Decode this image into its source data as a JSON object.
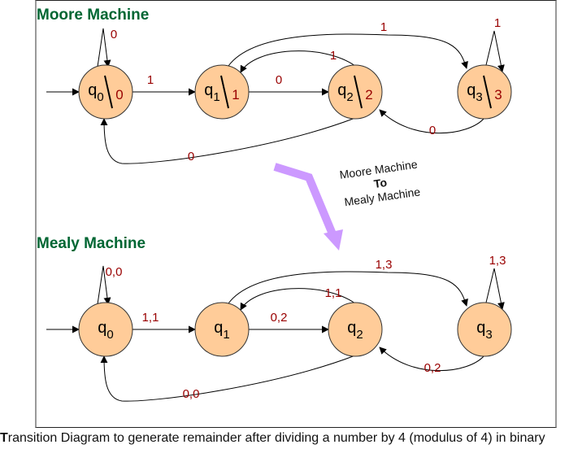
{
  "moore": {
    "title": "Moore Machine",
    "states": [
      {
        "name": "q",
        "sub": "0",
        "output": "0"
      },
      {
        "name": "q",
        "sub": "1",
        "output": "1"
      },
      {
        "name": "q",
        "sub": "2",
        "output": "2"
      },
      {
        "name": "q",
        "sub": "3",
        "output": "3"
      }
    ],
    "transitions": [
      {
        "from": "q0",
        "to": "q0",
        "label": "0"
      },
      {
        "from": "q0",
        "to": "q1",
        "label": "1"
      },
      {
        "from": "q1",
        "to": "q2",
        "label": "0"
      },
      {
        "from": "q2",
        "to": "q1",
        "label": "1"
      },
      {
        "from": "q1",
        "to": "q3",
        "label": "1"
      },
      {
        "from": "q3",
        "to": "q3",
        "label": "1"
      },
      {
        "from": "q3",
        "to": "q2",
        "label": "0"
      },
      {
        "from": "q2",
        "to": "q0",
        "label": "0"
      }
    ]
  },
  "mealy": {
    "title": "Mealy Machine",
    "states": [
      {
        "name": "q",
        "sub": "0"
      },
      {
        "name": "q",
        "sub": "1"
      },
      {
        "name": "q",
        "sub": "2"
      },
      {
        "name": "q",
        "sub": "3"
      }
    ],
    "transitions": [
      {
        "from": "q0",
        "to": "q0",
        "label": "0,0"
      },
      {
        "from": "q0",
        "to": "q1",
        "label": "1,1"
      },
      {
        "from": "q1",
        "to": "q2",
        "label": "0,2"
      },
      {
        "from": "q2",
        "to": "q1",
        "label": "1,1"
      },
      {
        "from": "q1",
        "to": "q3",
        "label": "1,3"
      },
      {
        "from": "q3",
        "to": "q3",
        "label": "1,3"
      },
      {
        "from": "q3",
        "to": "q2",
        "label": "0,2"
      },
      {
        "from": "q2",
        "to": "q0",
        "label": "0,0"
      }
    ]
  },
  "conversion": {
    "line1": "Moore  Machine",
    "line2": "To",
    "line3": "Mealy Machine"
  },
  "caption": {
    "first_letter": "T",
    "rest": "ransition Diagram to generate remainder after dividing a number by 4 (modulus of 4) in binary"
  },
  "colors": {
    "state_fill": "#FFCC99",
    "label": "#990000",
    "title": "#006633",
    "arrow": "#CC99FF"
  }
}
